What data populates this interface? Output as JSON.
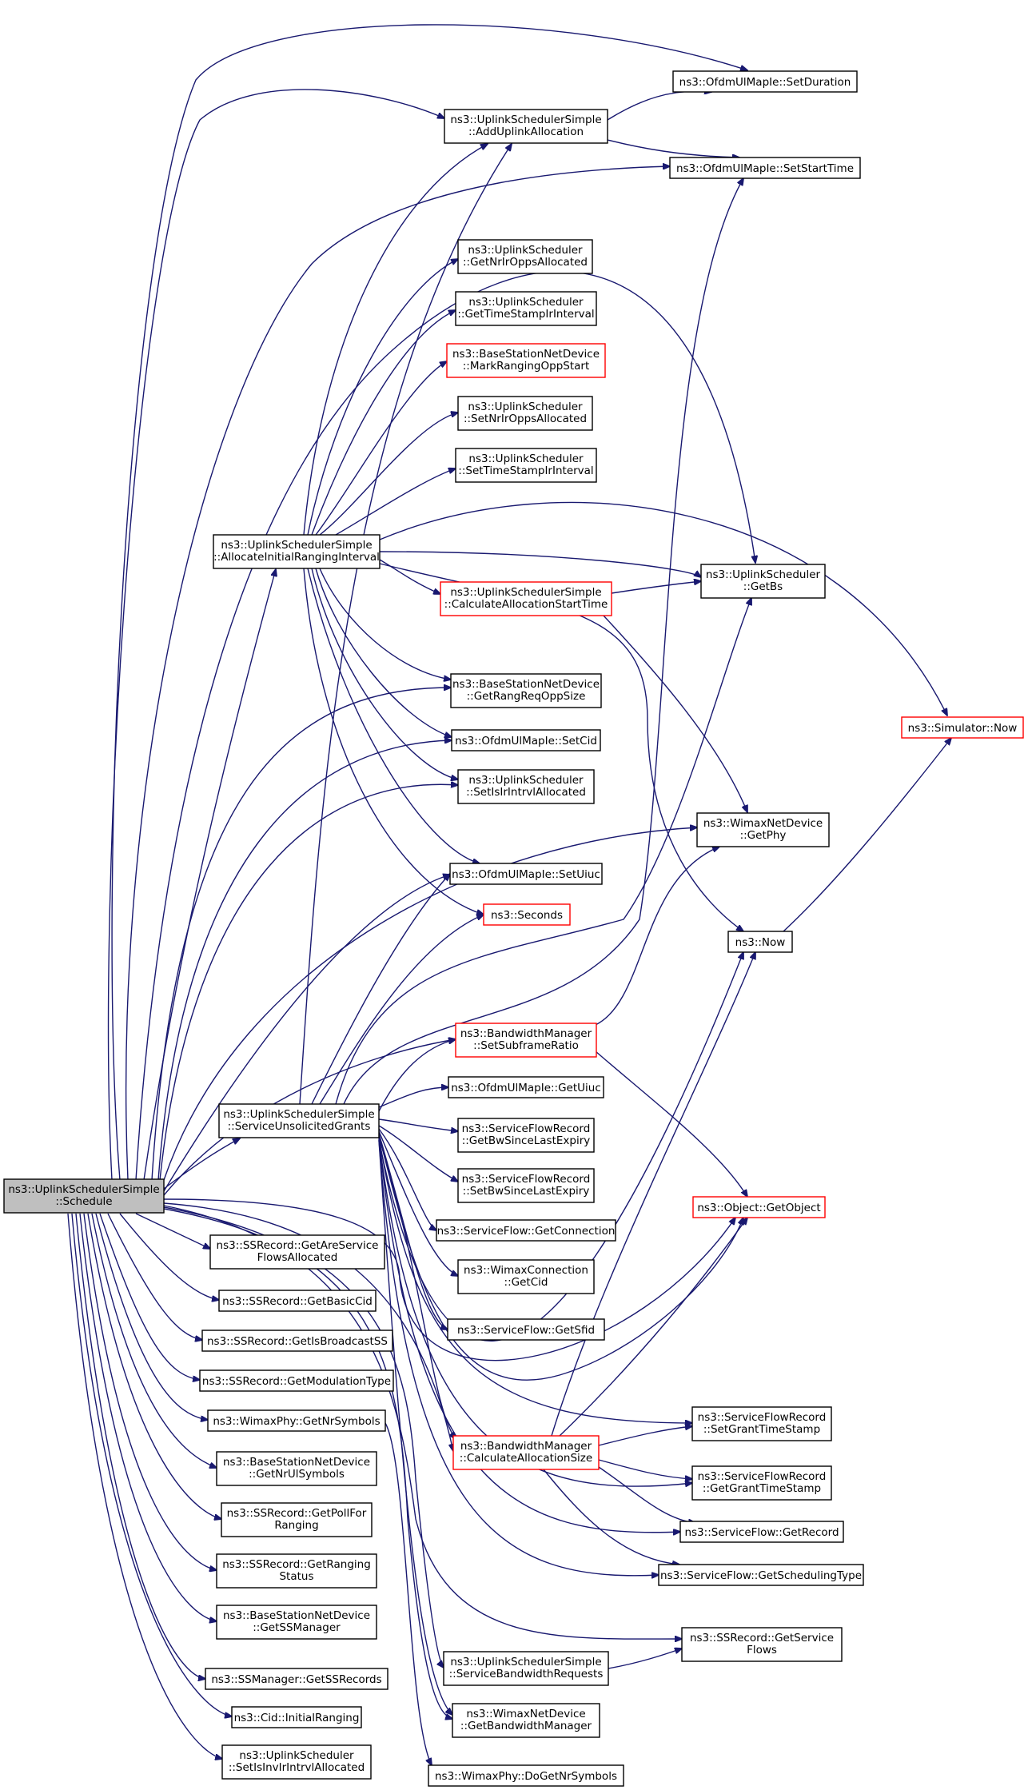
{
  "diagram": {
    "nodes": [
      {
        "id": "schedule",
        "lines": [
          "ns3::UplinkSchedulerSimple",
          "::Schedule"
        ],
        "style": "root"
      },
      {
        "id": "setduration",
        "lines": [
          "ns3::OfdmUlMapIe::SetDuration"
        ],
        "style": "black"
      },
      {
        "id": "adduplink",
        "lines": [
          "ns3::UplinkSchedulerSimple",
          "::AddUplinkAllocation"
        ],
        "style": "black"
      },
      {
        "id": "setstarttime",
        "lines": [
          "ns3::OfdmUlMapIe::SetStartTime"
        ],
        "style": "black"
      },
      {
        "id": "getnrir",
        "lines": [
          "ns3::UplinkScheduler",
          "::GetNrIrOppsAllocated"
        ],
        "style": "black"
      },
      {
        "id": "gettimestamp",
        "lines": [
          "ns3::UplinkScheduler",
          "::GetTimeStampIrInterval"
        ],
        "style": "black"
      },
      {
        "id": "markranging",
        "lines": [
          "ns3::BaseStationNetDevice",
          "::MarkRangingOppStart"
        ],
        "style": "red"
      },
      {
        "id": "setnrir",
        "lines": [
          "ns3::UplinkScheduler",
          "::SetNrIrOppsAllocated"
        ],
        "style": "black"
      },
      {
        "id": "settimestamp",
        "lines": [
          "ns3::UplinkScheduler",
          "::SetTimeStampIrInterval"
        ],
        "style": "black"
      },
      {
        "id": "allocinit",
        "lines": [
          "ns3::UplinkSchedulerSimple",
          "::AllocateInitialRangingInterval"
        ],
        "style": "black"
      },
      {
        "id": "calcstart",
        "lines": [
          "ns3::UplinkSchedulerSimple",
          "::CalculateAllocationStartTime"
        ],
        "style": "red"
      },
      {
        "id": "getbs",
        "lines": [
          "ns3::UplinkScheduler",
          "::GetBs"
        ],
        "style": "black"
      },
      {
        "id": "simnow",
        "lines": [
          "ns3::Simulator::Now"
        ],
        "style": "red"
      },
      {
        "id": "getrangreq",
        "lines": [
          "ns3::BaseStationNetDevice",
          "::GetRangReqOppSize"
        ],
        "style": "black"
      },
      {
        "id": "setcid",
        "lines": [
          "ns3::OfdmUlMapIe::SetCid"
        ],
        "style": "black"
      },
      {
        "id": "setisir",
        "lines": [
          "ns3::UplinkScheduler",
          "::SetIsIrIntrvlAllocated"
        ],
        "style": "black"
      },
      {
        "id": "getphy",
        "lines": [
          "ns3::WimaxNetDevice",
          "::GetPhy"
        ],
        "style": "black"
      },
      {
        "id": "setuiuc",
        "lines": [
          "ns3::OfdmUlMapIe::SetUiuc"
        ],
        "style": "black"
      },
      {
        "id": "seconds",
        "lines": [
          "ns3::Seconds"
        ],
        "style": "red"
      },
      {
        "id": "now",
        "lines": [
          "ns3::Now"
        ],
        "style": "black"
      },
      {
        "id": "setsubframe",
        "lines": [
          "ns3::BandwidthManager",
          "::SetSubframeRatio"
        ],
        "style": "red"
      },
      {
        "id": "serviceunsol",
        "lines": [
          "ns3::UplinkSchedulerSimple",
          "::ServiceUnsolicitedGrants"
        ],
        "style": "black"
      },
      {
        "id": "getuiuc",
        "lines": [
          "ns3::OfdmUlMapIe::GetUiuc"
        ],
        "style": "black"
      },
      {
        "id": "getbwsince",
        "lines": [
          "ns3::ServiceFlowRecord",
          "::GetBwSinceLastExpiry"
        ],
        "style": "black"
      },
      {
        "id": "setbwsince",
        "lines": [
          "ns3::ServiceFlowRecord",
          "::SetBwSinceLastExpiry"
        ],
        "style": "black"
      },
      {
        "id": "getobject",
        "lines": [
          "ns3::Object::GetObject"
        ],
        "style": "red"
      },
      {
        "id": "getconnection",
        "lines": [
          "ns3::ServiceFlow::GetConnection"
        ],
        "style": "black"
      },
      {
        "id": "getareservice",
        "lines": [
          "ns3::SSRecord::GetAreService",
          "FlowsAllocated"
        ],
        "style": "black"
      },
      {
        "id": "wimaxgetcid",
        "lines": [
          "ns3::WimaxConnection",
          "::GetCid"
        ],
        "style": "black"
      },
      {
        "id": "getbasiccid",
        "lines": [
          "ns3::SSRecord::GetBasicCid"
        ],
        "style": "black"
      },
      {
        "id": "getsfid",
        "lines": [
          "ns3::ServiceFlow::GetSfid"
        ],
        "style": "black"
      },
      {
        "id": "getisbroadcast",
        "lines": [
          "ns3::SSRecord::GetIsBroadcastSS"
        ],
        "style": "black"
      },
      {
        "id": "getmodulation",
        "lines": [
          "ns3::SSRecord::GetModulationType"
        ],
        "style": "black"
      },
      {
        "id": "getnrsymbols",
        "lines": [
          "ns3::WimaxPhy::GetNrSymbols"
        ],
        "style": "black"
      },
      {
        "id": "setgrantts",
        "lines": [
          "ns3::ServiceFlowRecord",
          "::SetGrantTimeStamp"
        ],
        "style": "black"
      },
      {
        "id": "calcallocsize",
        "lines": [
          "ns3::BandwidthManager",
          "::CalculateAllocationSize"
        ],
        "style": "red"
      },
      {
        "id": "getnrulsymbols",
        "lines": [
          "ns3::BaseStationNetDevice",
          "::GetNrUlSymbols"
        ],
        "style": "black"
      },
      {
        "id": "getgrantts",
        "lines": [
          "ns3::ServiceFlowRecord",
          "::GetGrantTimeStamp"
        ],
        "style": "black"
      },
      {
        "id": "getpollfor",
        "lines": [
          "ns3::SSRecord::GetPollFor",
          "Ranging"
        ],
        "style": "black"
      },
      {
        "id": "getrecord",
        "lines": [
          "ns3::ServiceFlow::GetRecord"
        ],
        "style": "black"
      },
      {
        "id": "getrangingstatus",
        "lines": [
          "ns3::SSRecord::GetRanging",
          "Status"
        ],
        "style": "black"
      },
      {
        "id": "getschedtype",
        "lines": [
          "ns3::ServiceFlow::GetSchedulingType"
        ],
        "style": "black"
      },
      {
        "id": "getssmanager",
        "lines": [
          "ns3::BaseStationNetDevice",
          "::GetSSManager"
        ],
        "style": "black"
      },
      {
        "id": "getserviceflows",
        "lines": [
          "ns3::SSRecord::GetService",
          "Flows"
        ],
        "style": "black"
      },
      {
        "id": "servicebw",
        "lines": [
          "ns3::UplinkSchedulerSimple",
          "::ServiceBandwidthRequests"
        ],
        "style": "black"
      },
      {
        "id": "getssrecords",
        "lines": [
          "ns3::SSManager::GetSSRecords"
        ],
        "style": "black"
      },
      {
        "id": "initialranging",
        "lines": [
          "ns3::Cid::InitialRanging"
        ],
        "style": "black"
      },
      {
        "id": "getbwmanager",
        "lines": [
          "ns3::WimaxNetDevice",
          "::GetBandwidthManager"
        ],
        "style": "black"
      },
      {
        "id": "setisinv",
        "lines": [
          "ns3::UplinkScheduler",
          "::SetIsInvIrIntrvlAllocated"
        ],
        "style": "black"
      },
      {
        "id": "donrsymbols",
        "lines": [
          "ns3::WimaxPhy::DoGetNrSymbols"
        ],
        "style": "black"
      }
    ]
  }
}
